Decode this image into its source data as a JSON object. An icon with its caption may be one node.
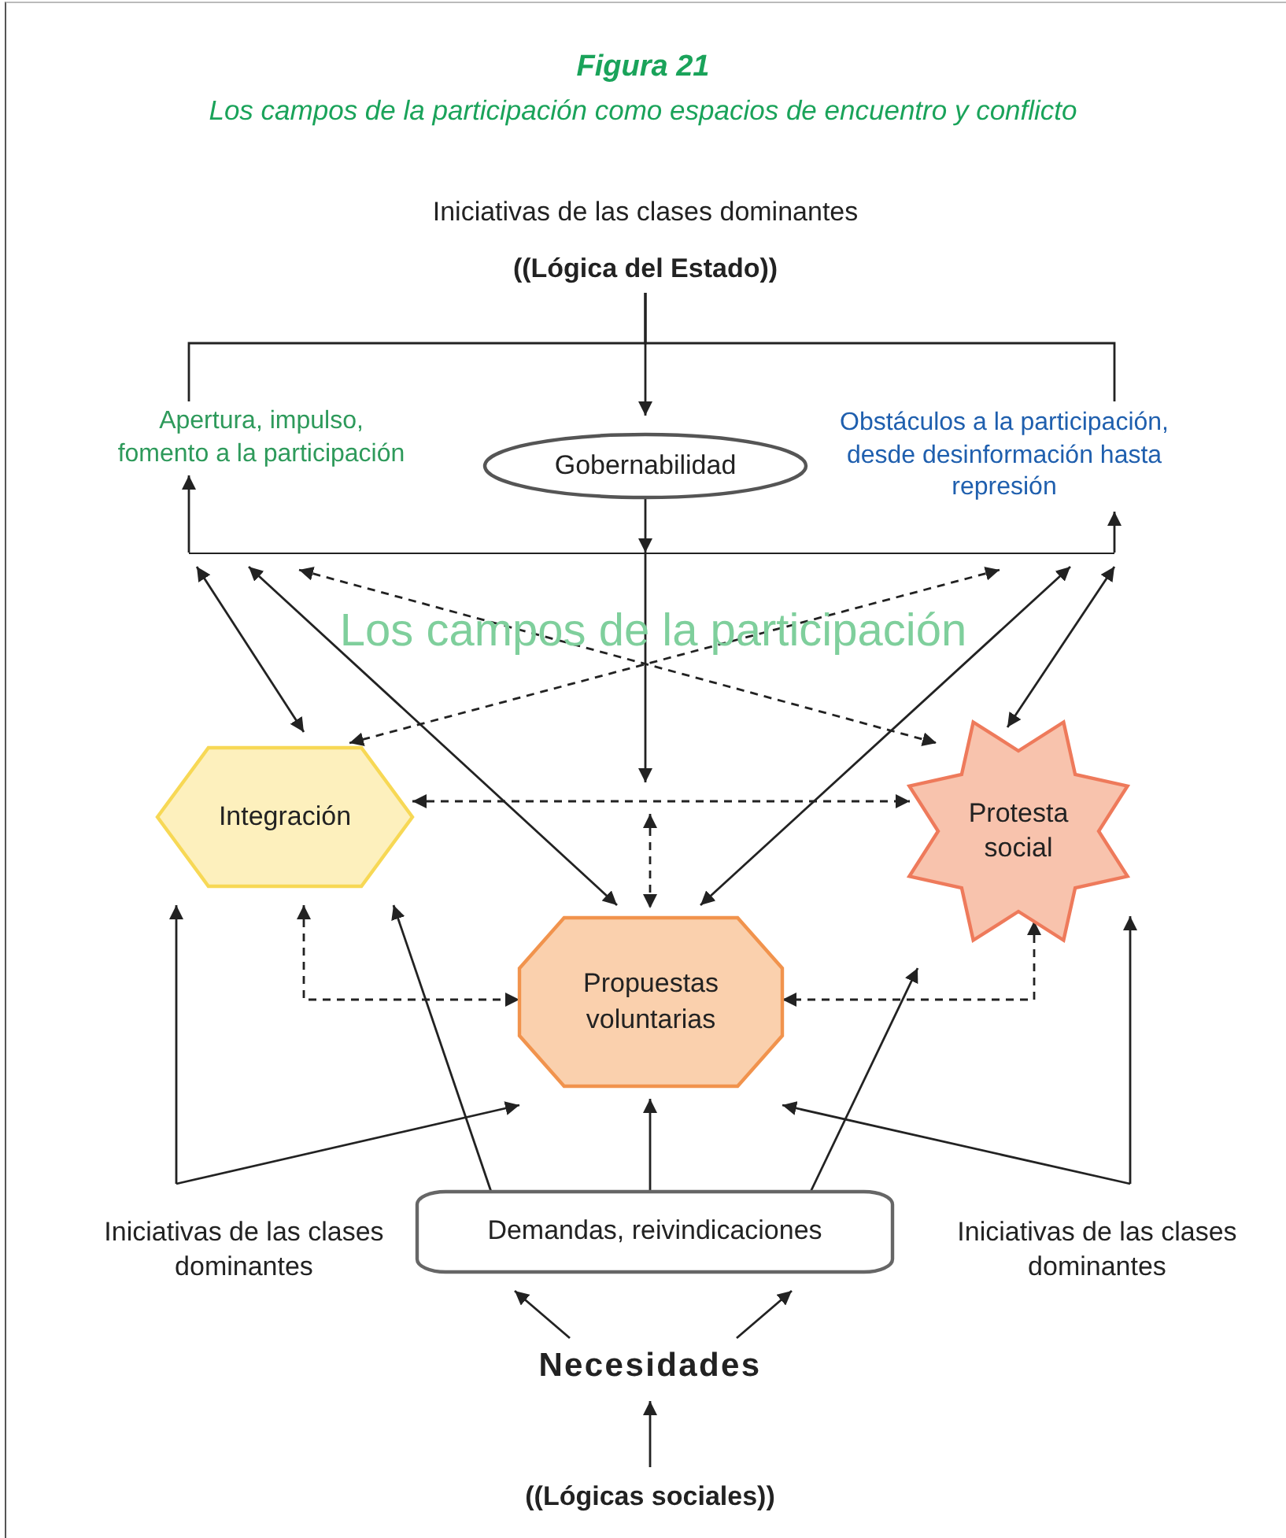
{
  "diagram": {
    "title": "Figura 21",
    "caption": "Los campos de la participación como espacios de encuentro y conflicto",
    "nodes": [
      {
        "text": [
          "Iniciativas de las clases dominantes",
          "((Lógica del Estado))"
        ]
      },
      {
        "text": [
          "Apertura, impulso, fomento a la participación"
        ]
      },
      {
        "text": [
          "Gobernabilidad"
        ]
      },
      {
        "text": [
          "Obstáculos a la participación, desde desinformación hasta represión"
        ]
      },
      {
        "text": [],
        "shape": "bar"
      },
      {
        "text": [
          "Integración"
        ]
      },
      {
        "text": [
          "Protesta social"
        ]
      },
      {
        "text": [
          "Propuestas voluntarias"
        ]
      },
      {
        "text": [
          "Iniciativas de las clases dominantes"
        ]
      },
      {
        "text": [
          "Iniciativas de las clases dominantes"
        ]
      },
      {
        "text": [
          "Demandas, reivindicaciones"
        ]
      },
      {
        "text": [
          "Necesidades"
        ]
      },
      {
        "text": [
          "((Lógicas sociales))"
        ]
      }
    ],
    "edges": [
      {
        "from": 0,
        "to": 2,
        "arrow": "to"
      },
      {
        "from": 0,
        "to": 1,
        "arrow": "none"
      },
      {
        "from": 0,
        "to": 3,
        "arrow": "none"
      },
      {
        "from": 2,
        "to": 4,
        "arrow": "to"
      },
      {
        "from": 4,
        "to": 1,
        "arrow": "to"
      },
      {
        "from": 4,
        "to": 3,
        "arrow": "to"
      },
      {
        "from": 4,
        "to": 5,
        "arrow": "both"
      },
      {
        "from": 4,
        "to": 6,
        "arrow": "both"
      },
      {
        "from": 4,
        "to": 7,
        "arrow": "both"
      },
      {
        "from": 4,
        "to": 7,
        "arrow": "both"
      },
      {
        "from": 4,
        "to": 6,
        "arrow": "both",
        "style": "dashed"
      },
      {
        "from": 4,
        "to": 5,
        "arrow": "both",
        "style": "dashed"
      },
      {
        "from": 4,
        "to": null,
        "arrow": "to"
      },
      {
        "from": 5,
        "to": 6,
        "arrow": "both",
        "style": "dashed"
      },
      {
        "from": null,
        "to": 7,
        "arrow": "both",
        "style": "dashed"
      },
      {
        "from": 5,
        "to": 7,
        "arrow": "both",
        "style": "dashed"
      },
      {
        "from": 6,
        "to": 7,
        "arrow": "both",
        "style": "dashed"
      },
      {
        "from": 8,
        "to": 5,
        "arrow": "to"
      },
      {
        "from": 8,
        "to": 7,
        "arrow": "to"
      },
      {
        "from": 9,
        "to": 6,
        "arrow": "to"
      },
      {
        "from": 9,
        "to": 7,
        "arrow": "to"
      },
      {
        "from": 10,
        "to": 5,
        "arrow": "to"
      },
      {
        "from": 10,
        "to": 7,
        "arrow": "to"
      },
      {
        "from": 10,
        "to": 6,
        "arrow": "to"
      },
      {
        "from": 11,
        "to": 10,
        "arrow": "to"
      },
      {
        "from": 11,
        "to": 10,
        "arrow": "to"
      },
      {
        "from": 12,
        "to": 11,
        "arrow": "to"
      }
    ],
    "labels": [
      "Los campos de la participación"
    ]
  }
}
